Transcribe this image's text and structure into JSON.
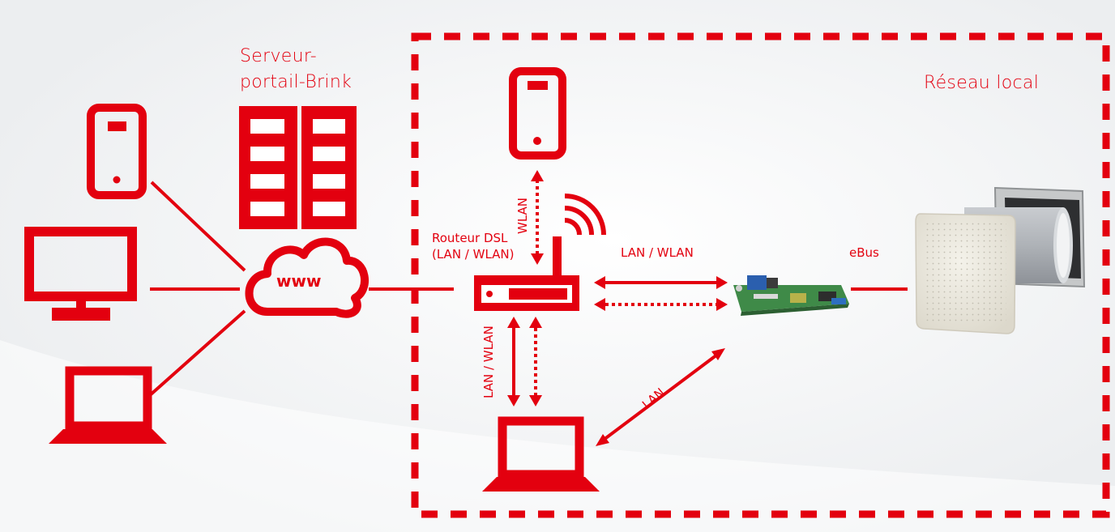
{
  "labels": {
    "server": [
      "Serveur-",
      "portail-Brink"
    ],
    "local_network": "Réseau local",
    "www": "www",
    "router": [
      "Routeur DSL",
      "(LAN / WLAN)"
    ],
    "wlan": "WLAN",
    "lan_wlan_horizontal": "LAN / WLAN",
    "lan_wlan_vertical": "LAN / WLAN",
    "ebus": "eBus",
    "lan": "LAN"
  },
  "colors": {
    "accent": "#e3000f",
    "background": "#f7f7f8"
  },
  "icons": [
    "smartphone-icon",
    "monitor-icon",
    "laptop-icon",
    "server-rack-icon",
    "cloud-icon",
    "router-icon",
    "wifi-signal-icon",
    "circuit-board-icon",
    "ventilation-unit-icon"
  ]
}
